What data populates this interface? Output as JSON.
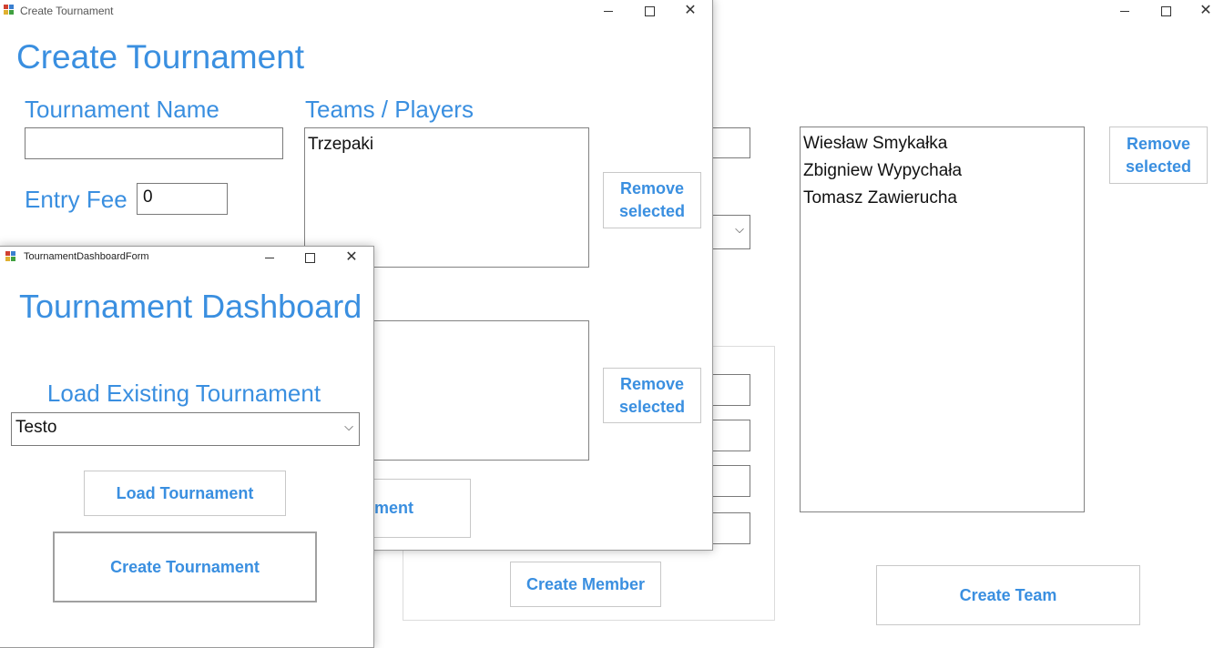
{
  "colors": {
    "accent": "#3a8fe0"
  },
  "back_window": {
    "team_members_list": [
      "Wiesław Smykałka",
      "Zbigniew Wypychała",
      "Tomasz Zawierucha"
    ],
    "remove_selected_button": "Remove selected",
    "create_member_button": "Create Member",
    "create_team_button": "Create Team"
  },
  "create_tournament_window": {
    "title": "Create Tournament",
    "heading": "Create Tournament",
    "tournament_name_label": "Tournament Name",
    "tournament_name_value": "",
    "entry_fee_label": "Entry Fee",
    "entry_fee_value": "0",
    "teams_players_label": "Teams / Players",
    "teams_list": [
      "Trzepaki"
    ],
    "remove_selected_teams_button": "Remove selected",
    "remove_selected_prizes_button": "Remove selected",
    "partial_button_text": "ment"
  },
  "dashboard_window": {
    "title": "TournamentDashboardForm",
    "heading": "Tournament Dashboard",
    "load_existing_label": "Load Existing Tournament",
    "selected_tournament": "Testo",
    "load_tournament_button": "Load Tournament",
    "create_tournament_button": "Create Tournament"
  }
}
